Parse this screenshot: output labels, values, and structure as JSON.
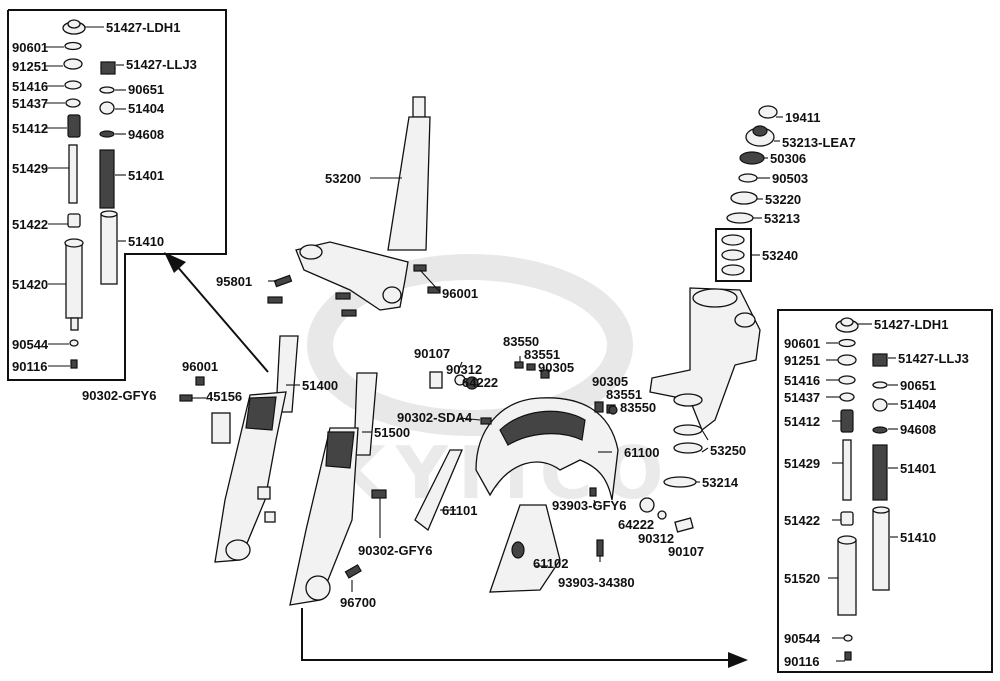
{
  "brand_watermark": "KYMCO",
  "labels": {
    "tl_51427_ldh1": "51427-LDH1",
    "tl_90601": "90601",
    "tl_91251": "91251",
    "tl_51427_llj3": "51427-LLJ3",
    "tl_51416": "51416",
    "tl_90651": "90651",
    "tl_51437": "51437",
    "tl_51404": "51404",
    "tl_51412": "51412",
    "tl_94608": "94608",
    "tl_51429": "51429",
    "tl_51401": "51401",
    "tl_51422": "51422",
    "tl_51410": "51410",
    "tl_51420": "51420",
    "tl_90544": "90544",
    "tl_90116": "90116",
    "c_53200": "53200",
    "c_95801": "95801",
    "c_96001a": "96001",
    "c_96001b": "96001",
    "c_90302_gfy6a": "90302-GFY6",
    "c_45156": "45156",
    "c_51400": "51400",
    "c_51500": "51500",
    "c_90107a": "90107",
    "c_90312a": "90312",
    "c_64222a": "64222",
    "c_83550a": "83550",
    "c_83551a": "83551",
    "c_90305a": "90305",
    "c_90302_sda4": "90302-SDA4",
    "c_61101": "61101",
    "c_90302_gfy6b": "90302-GFY6",
    "c_96700": "96700",
    "c_61102": "61102",
    "c_93903_34380": "93903-34380",
    "c_93903_gfy6": "93903-GFY6",
    "c_64222b": "64222",
    "c_90312b": "90312",
    "c_90107b": "90107",
    "c_61100": "61100",
    "c_90305b": "90305",
    "c_83551b": "83551",
    "c_83550b": "83550",
    "r_19411": "19411",
    "r_53213_lea7": "53213-LEA7",
    "r_50306": "50306",
    "r_90503": "90503",
    "r_53220": "53220",
    "r_53213": "53213",
    "r_53240": "53240",
    "r_53250": "53250",
    "r_53214": "53214",
    "br_51427_ldh1": "51427-LDH1",
    "br_90601": "90601",
    "br_91251": "91251",
    "br_51427_llj3": "51427-LLJ3",
    "br_51416": "51416",
    "br_90651": "90651",
    "br_51437": "51437",
    "br_51404": "51404",
    "br_51412": "51412",
    "br_94608": "94608",
    "br_51429": "51429",
    "br_51401": "51401",
    "br_51422": "51422",
    "br_51410": "51410",
    "br_51520": "51520",
    "br_90544": "90544",
    "br_90116": "90116"
  }
}
